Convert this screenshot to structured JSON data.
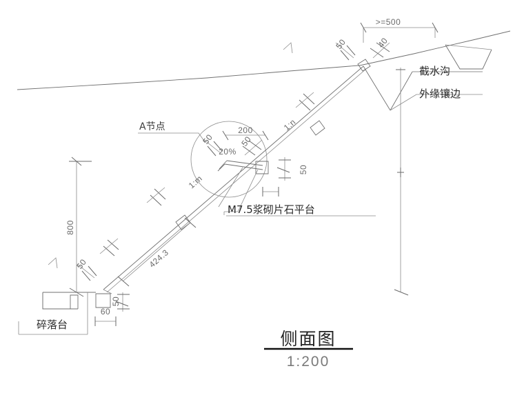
{
  "drawing": {
    "title": "侧面图",
    "scale": "1:200",
    "labels": {
      "node_a": "A节点",
      "ditch": "截水沟",
      "edge_trim": "外缘镶边",
      "platform": "M7.5浆砌片石平台",
      "debris_bench": "碎落台"
    },
    "dimensions": {
      "top_clear": ">=500",
      "ditch_depth": "40",
      "ditch_side": "50",
      "detail_width": "200",
      "detail_left": "50",
      "detail_right": "50",
      "detail_slope": "20%",
      "bench_step": "50",
      "slope_upper": "1:n",
      "slope_lower": "1:m",
      "height_800": "800",
      "bench_width_60": "60",
      "bench_height_50": "50",
      "slope_length": "424.3",
      "bottom_50": "50"
    }
  }
}
